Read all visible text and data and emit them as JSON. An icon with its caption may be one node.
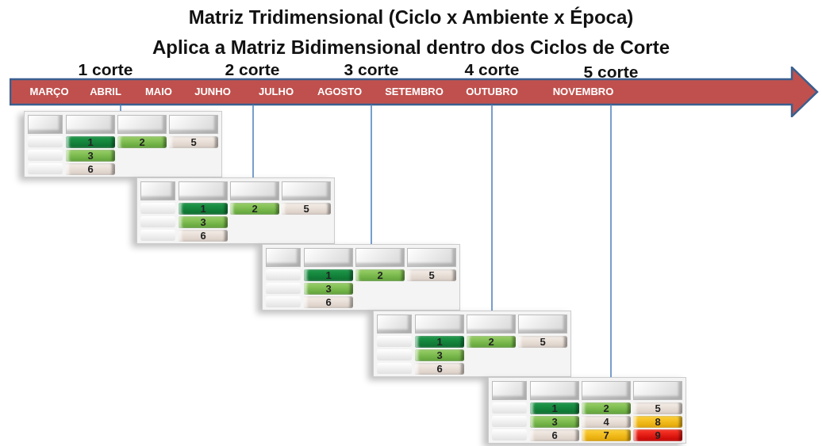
{
  "diagram": {
    "title": "Matriz Tridimensional (Ciclo x Ambiente x Época)",
    "nodes": [
      {
        "text": [
          "MARÇO",
          "ABRIL",
          "MAIO",
          "JUNHO",
          "JULHO",
          "AGOSTO",
          "SETEMBRO",
          "OUTUBRO",
          "NOVEMBRO"
        ]
      },
      {
        "text": [],
        "shape": "box"
      },
      {
        "text": [
          "1"
        ],
        "in": 1
      },
      {
        "text": [
          "2"
        ],
        "in": 1
      },
      {
        "text": [
          "5"
        ],
        "in": 1
      },
      {
        "text": [
          "3"
        ],
        "in": 1
      },
      {
        "text": [
          "6"
        ],
        "in": 1
      },
      {
        "text": [],
        "shape": "box"
      },
      {
        "text": [
          "1"
        ],
        "in": 7
      },
      {
        "text": [
          "2"
        ],
        "in": 7
      },
      {
        "text": [
          "5"
        ],
        "in": 7
      },
      {
        "text": [
          "3"
        ],
        "in": 7
      },
      {
        "text": [
          "6"
        ],
        "in": 7
      },
      {
        "text": [],
        "shape": "box"
      },
      {
        "text": [
          "1"
        ],
        "in": 13
      },
      {
        "text": [
          "2"
        ],
        "in": 13
      },
      {
        "text": [
          "5"
        ],
        "in": 13
      },
      {
        "text": [
          "3"
        ],
        "in": 13
      },
      {
        "text": [
          "6"
        ],
        "in": 13
      },
      {
        "text": [],
        "shape": "box"
      },
      {
        "text": [
          "1"
        ],
        "in": 19
      },
      {
        "text": [
          "2"
        ],
        "in": 19
      },
      {
        "text": [
          "5"
        ],
        "in": 19
      },
      {
        "text": [
          "3"
        ],
        "in": 19
      },
      {
        "text": [
          "6"
        ],
        "in": 19
      },
      {
        "text": [],
        "shape": "box"
      },
      {
        "text": [
          "1"
        ],
        "in": 25
      },
      {
        "text": [
          "2"
        ],
        "in": 25
      },
      {
        "text": [
          "5"
        ],
        "in": 25
      },
      {
        "text": [
          "3"
        ],
        "in": 25
      },
      {
        "text": [
          "4"
        ],
        "in": 25
      },
      {
        "text": [
          "8"
        ],
        "in": 25
      },
      {
        "text": [
          "6"
        ],
        "in": 25
      },
      {
        "text": [
          "7"
        ],
        "in": 25
      },
      {
        "text": [
          "9"
        ],
        "in": 25
      }
    ],
    "edges": [
      {
        "from": 0,
        "to": 1,
        "arrow": "none"
      },
      {
        "from": 0,
        "to": 7,
        "arrow": "none"
      },
      {
        "from": 0,
        "to": 13,
        "arrow": "none"
      },
      {
        "from": 0,
        "to": 19,
        "arrow": "none"
      },
      {
        "from": 0,
        "to": 25,
        "arrow": "none"
      }
    ],
    "labels": [
      "Aplica a Matriz Bidimensional dentro dos Ciclos de Corte",
      "1 corte",
      "2 corte",
      "3 corte",
      "4 corte",
      "5 corte"
    ]
  }
}
